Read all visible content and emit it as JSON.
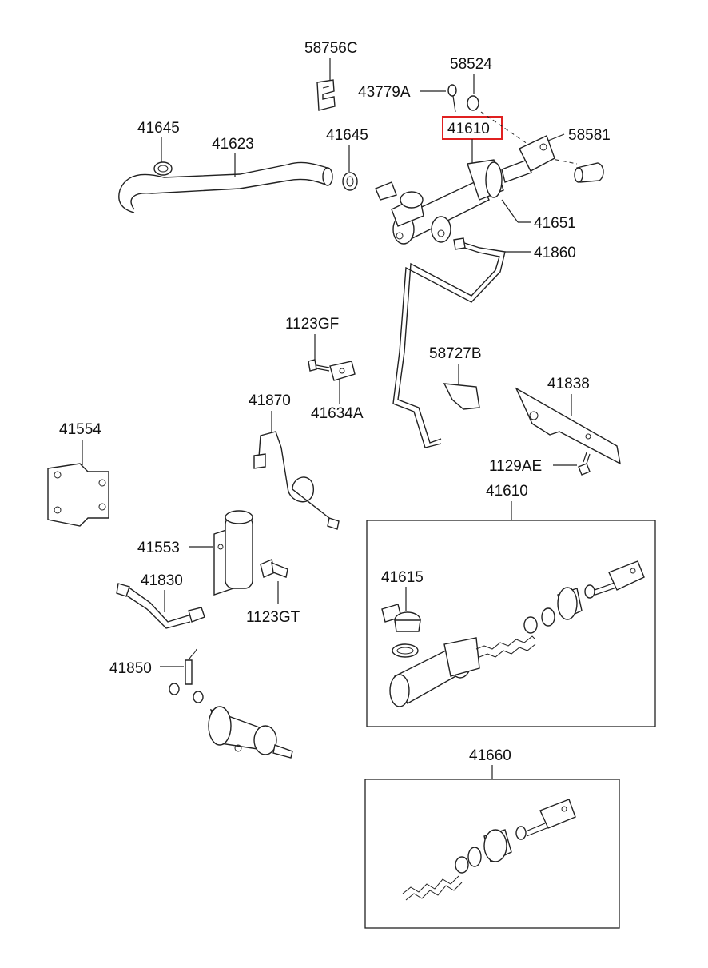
{
  "highlight_color": "#e02020",
  "labels": {
    "p58756C": "58756C",
    "p58524": "58524",
    "p43779A": "43779A",
    "p41645a": "41645",
    "p41623": "41623",
    "p41645b": "41645",
    "p41610_main": "41610",
    "p58581": "58581",
    "p41651": "41651",
    "p41860": "41860",
    "p1123GF": "1123GF",
    "p58727B": "58727B",
    "p41634A": "41634A",
    "p41838": "41838",
    "p41870": "41870",
    "p41554": "41554",
    "p1129AE": "1129AE",
    "p41610_box": "41610",
    "p41553": "41553",
    "p41615": "41615",
    "p41830": "41830",
    "p1123GT": "1123GT",
    "p41850": "41850",
    "p41660": "41660"
  }
}
